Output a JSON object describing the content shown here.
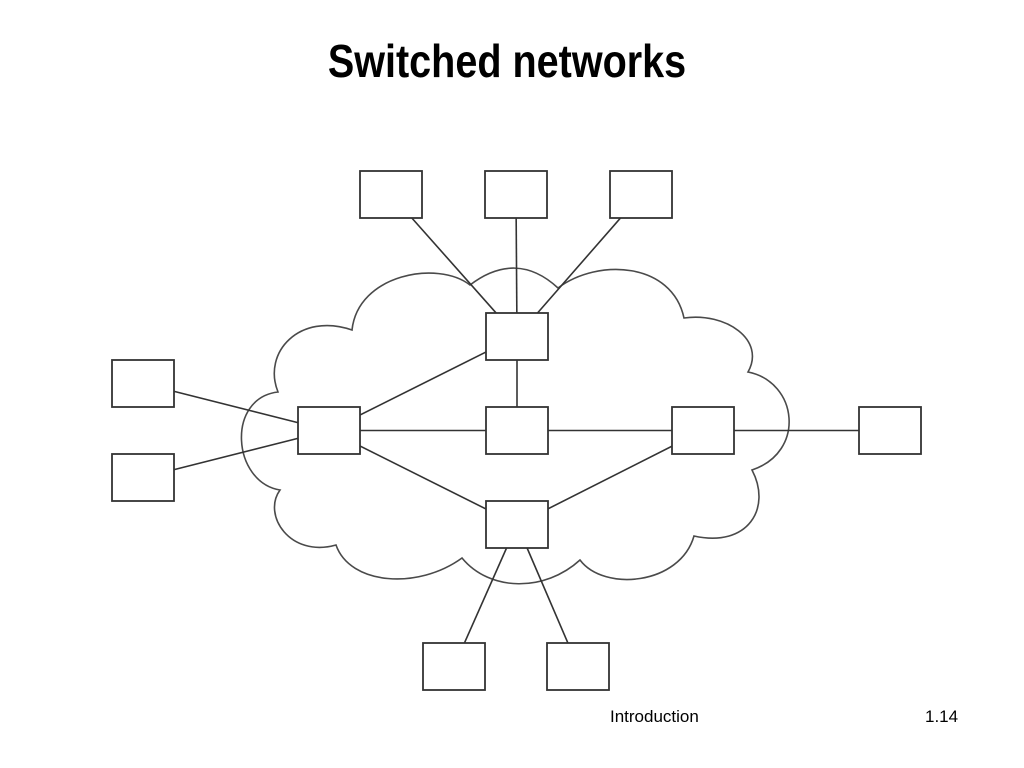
{
  "slide": {
    "title": "Switched networks",
    "footer_section": "Introduction",
    "footer_page": "1.14"
  },
  "diagram": {
    "stroke_color": "#333333",
    "cloud_stroke_color": "#4a4a4a",
    "node_fill": "#ffffff",
    "switches": [
      {
        "id": "s_top"
      },
      {
        "id": "s_left"
      },
      {
        "id": "s_mid"
      },
      {
        "id": "s_right"
      },
      {
        "id": "s_bottom"
      }
    ],
    "hosts": [
      {
        "id": "h_top1"
      },
      {
        "id": "h_top2"
      },
      {
        "id": "h_top3"
      },
      {
        "id": "h_left1"
      },
      {
        "id": "h_left2"
      },
      {
        "id": "h_right"
      },
      {
        "id": "h_bottom1"
      },
      {
        "id": "h_bottom2"
      }
    ],
    "links": [
      [
        "h_top1",
        "s_top"
      ],
      [
        "h_top2",
        "s_top"
      ],
      [
        "h_top3",
        "s_top"
      ],
      [
        "s_top",
        "s_left"
      ],
      [
        "s_top",
        "s_mid"
      ],
      [
        "h_left1",
        "s_left"
      ],
      [
        "h_left2",
        "s_left"
      ],
      [
        "s_left",
        "s_mid"
      ],
      [
        "s_mid",
        "s_right"
      ],
      [
        "s_left",
        "s_bottom"
      ],
      [
        "s_bottom",
        "s_right"
      ],
      [
        "s_right",
        "h_right"
      ],
      [
        "s_bottom",
        "h_bottom1"
      ],
      [
        "s_bottom",
        "h_bottom2"
      ]
    ]
  }
}
